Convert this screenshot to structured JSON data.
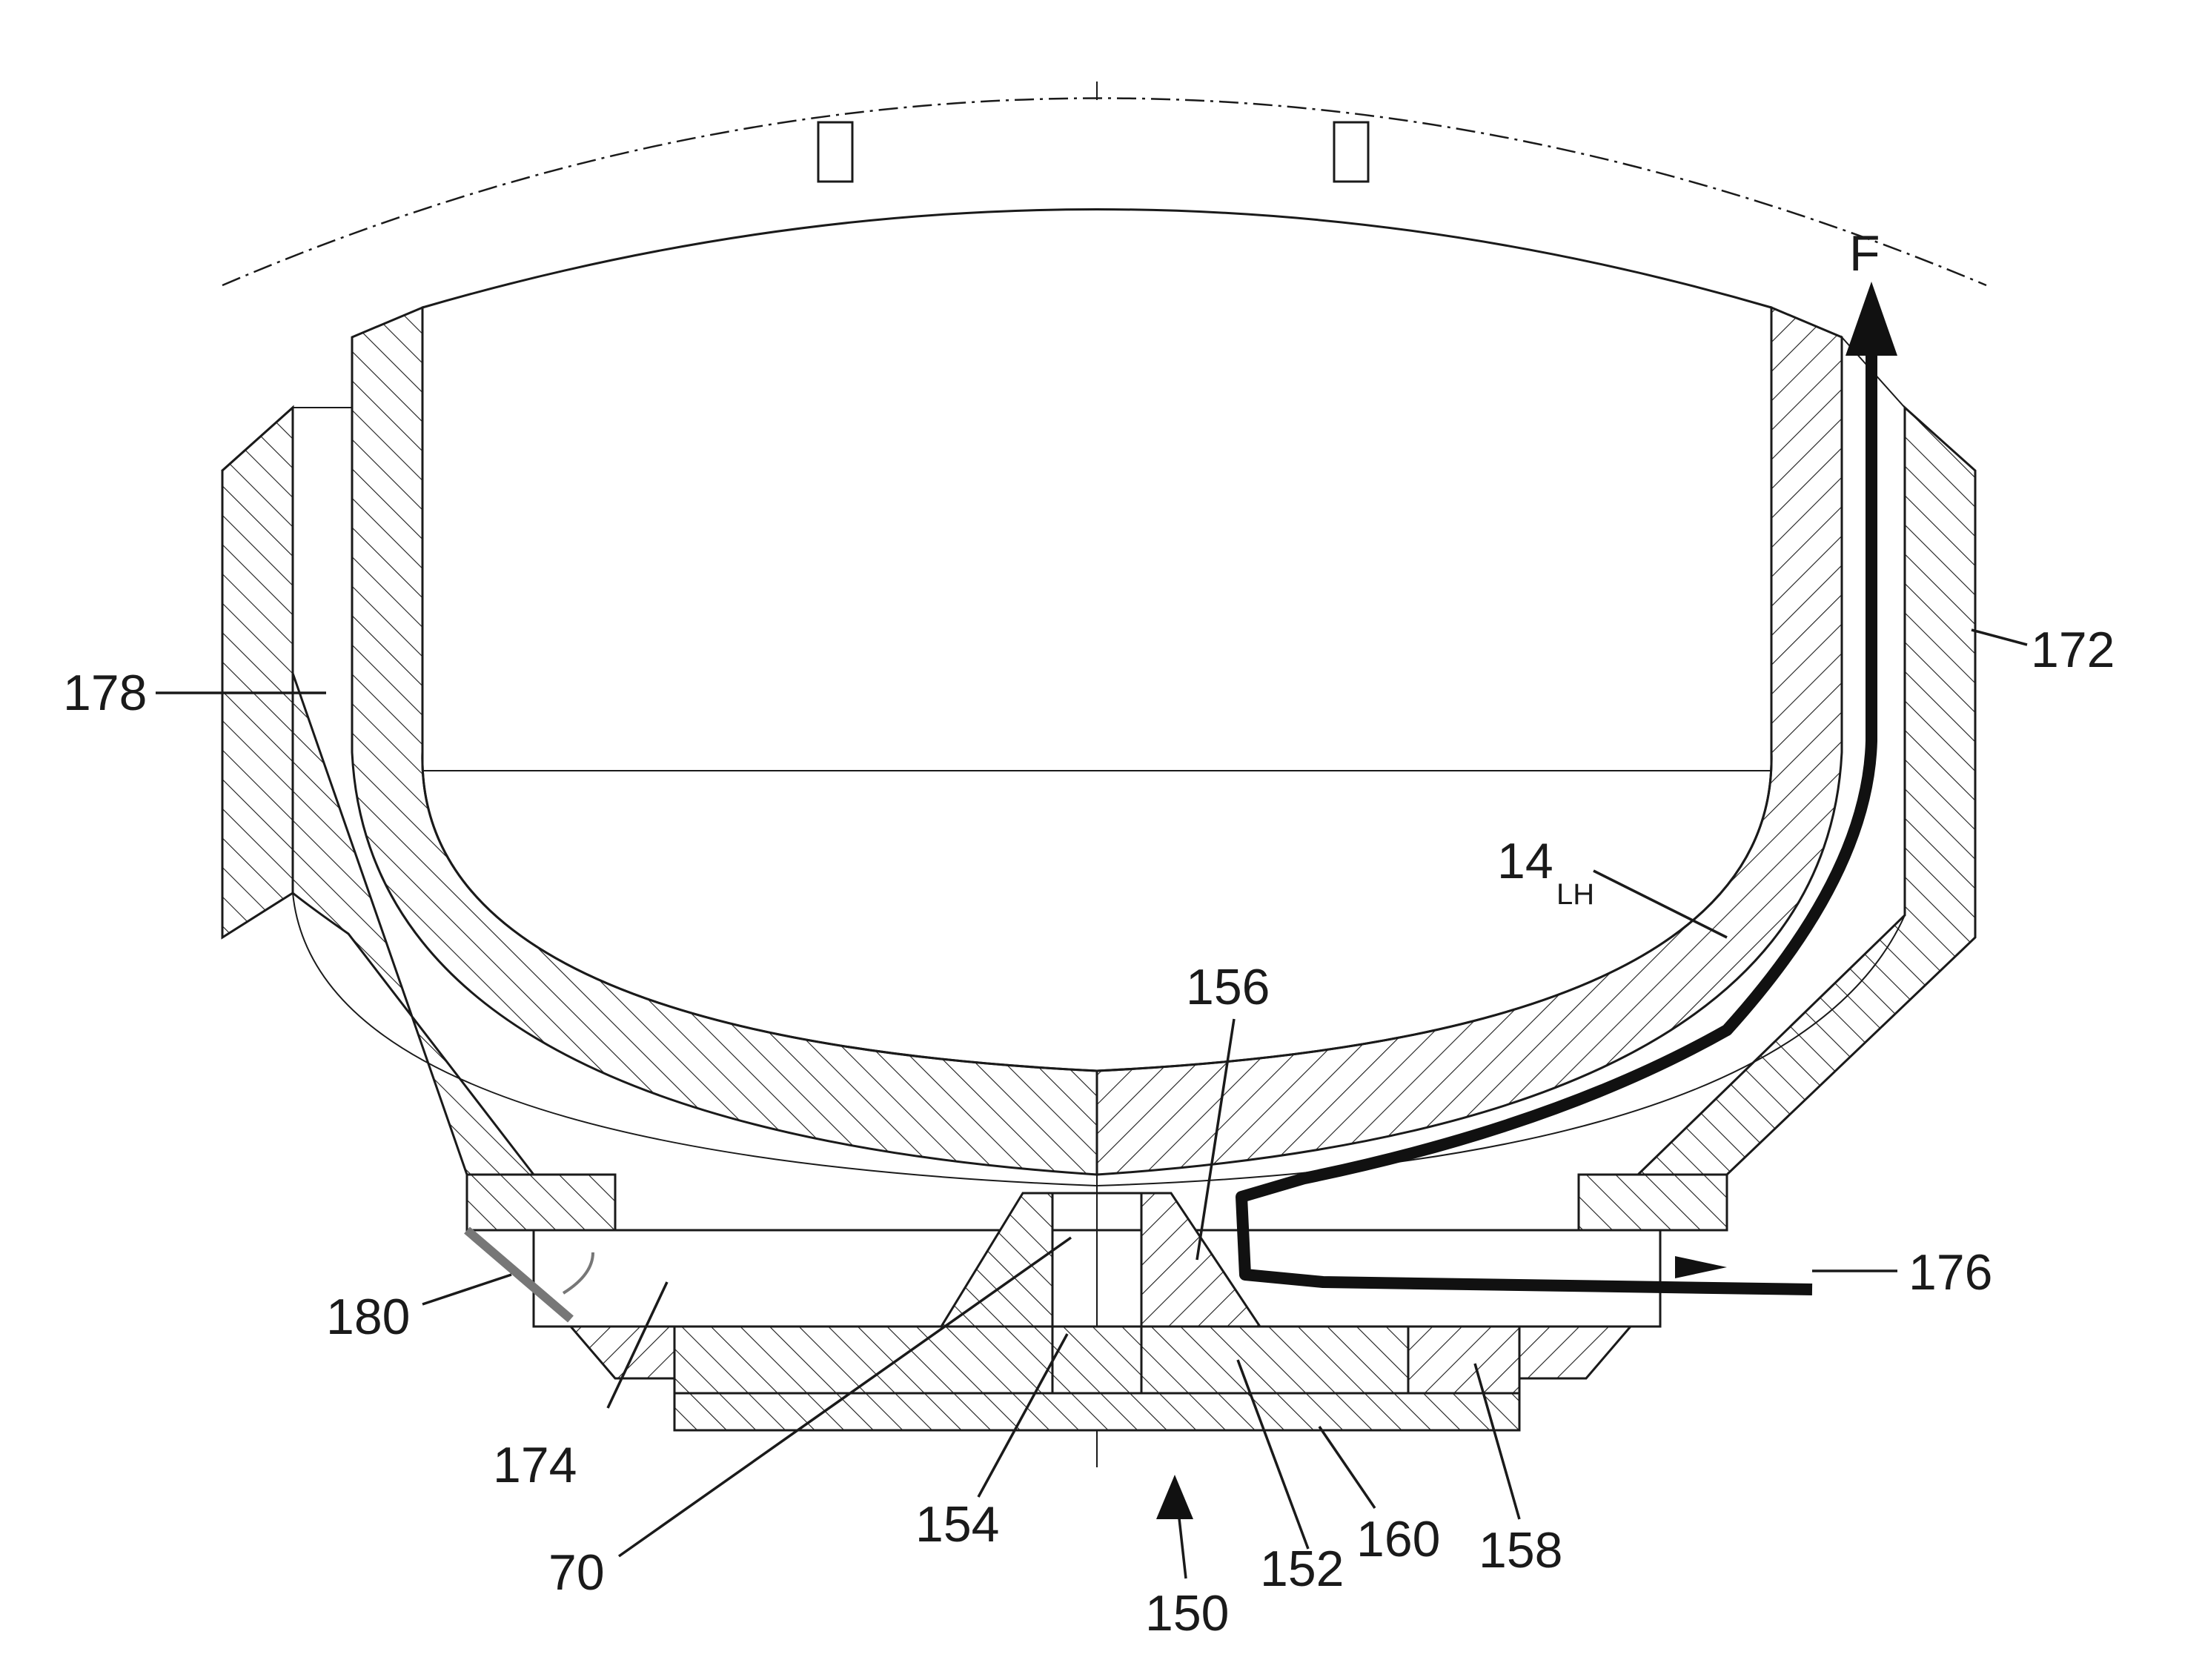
{
  "figure": {
    "labels": {
      "flow": "F",
      "ref_172": "172",
      "ref_178": "178",
      "ref_14": "14",
      "ref_14_sub": "LH",
      "ref_156": "156",
      "ref_176": "176",
      "ref_180": "180",
      "ref_174": "174",
      "ref_70": "70",
      "ref_154": "154",
      "ref_150": "150",
      "ref_152": "152",
      "ref_160": "160",
      "ref_158": "158"
    }
  }
}
